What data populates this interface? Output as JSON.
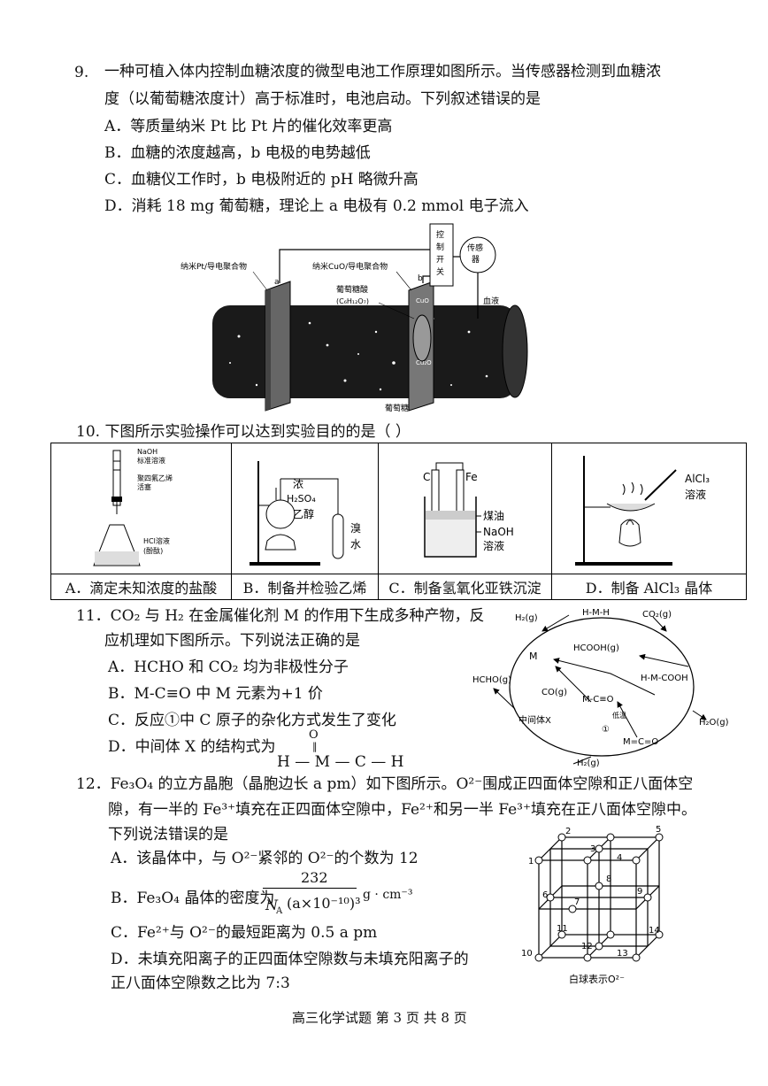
{
  "q9": {
    "num": "9.",
    "stem1": "一种可植入体内控制血糖浓度的微型电池工作原理如图所示。当传感器检测到血糖浓",
    "stem2": "度（以葡萄糖浓度计）高于标准时，电池启动。下列叙述错误的是",
    "a": "A．等质量纳米 Pt 比 Pt 片的催化效率更高",
    "b": "B．血糖的浓度越高，b 电极的电势越低",
    "c": "C．血糖仪工作时，b 电极附近的 pH 略微升高",
    "d": "D．消耗 18 mg 葡萄糖，理论上 a 电极有 0.2 mmol 电子流入",
    "fig": {
      "control": "控制开关",
      "sensor": "传感器",
      "pt_label": "纳米Pt/导电聚合物",
      "cuo_label": "纳米CuO/导电聚合物",
      "a": "a",
      "b": "b",
      "gluconic": "葡萄糖酸",
      "gluconic_formula": "(C₆H₁₂O₇)",
      "blood": "血液",
      "glucose": "葡萄糖",
      "cuo": "CuO",
      "cu2o": "Cu₂O"
    }
  },
  "q10": {
    "stem": "10.  下图所示实验操作可以达到实验目的的是（    ）",
    "captions": [
      "A．滴定未知浓度的盐酸",
      "B．制备并检验乙烯",
      "C．制备氢氧化亚铁沉淀",
      "D．制备 AlCl₃ 晶体"
    ],
    "figA": {
      "naoh": "NaOH",
      "std": "标准溶液",
      "ptfe1": "聚四氟乙烯",
      "ptfe2": "活塞",
      "hcl": "HCl溶液",
      "phth": "(酚酞)"
    },
    "figB": {
      "conc": "浓",
      "h2so4": "H₂SO₄",
      "eth": "乙醇",
      "br1": "溴",
      "br2": "水"
    },
    "figC": {
      "c": "C",
      "fe": "Fe",
      "kerosene": "煤油",
      "naoh": "NaOH",
      "sol": "溶液"
    },
    "figD": {
      "alcl3": "AlCl₃",
      "sol": "溶液"
    }
  },
  "q11": {
    "stem1": "11．CO₂ 与 H₂ 在金属催化剂 M 的作用下生成多种产物，反",
    "stem2": "应机理如下图所示。下列说法正确的是",
    "a": "A．HCHO 和 CO₂ 均为非极性分子",
    "b": "B．M-C≡O 中 M 元素为+1 价",
    "c": "C．反应①中 C 原子的杂化方式发生了变化",
    "d": "D．中间体 X 的结构式为",
    "formula_o": "O",
    "formula": "H — M — C — H",
    "fig": {
      "h2g": "H₂(g)",
      "hmh": "H-M-H",
      "co2g": "CO₂(g)",
      "hcooh": "HCOOH(g)",
      "m": "M",
      "hmcooh": "H-M-COOH",
      "hchog": "HCHO(g)",
      "cog": "CO(g)",
      "mco": "M-C≡O",
      "x": "中间体X",
      "h2o": "H₂O(g)",
      "mceo": "M=C=O",
      "h2g2": "H₂(g)",
      "one": "①",
      "low": "低温"
    }
  },
  "q12": {
    "stem1": "12．Fe₃O₄ 的立方晶胞（晶胞边长 a pm）如下图所示。O²⁻围成正四面体空隙和正八面体空",
    "stem2": "隙，有一半的 Fe³⁺填充在正四面体空隙中，Fe²⁺和另一半 Fe³⁺填充在正八面体空隙中。",
    "stem3": "下列说法错误的是",
    "a": "A．该晶体中，与 O²⁻紧邻的 O²⁻的个数为 12",
    "b_pre": "B．Fe₃O₄ 晶体的密度为",
    "b_num": "232",
    "b_den": "N",
    "b_den_sub": "A",
    "b_den2": "(a×10⁻¹⁰)³",
    "b_unit": "g · cm⁻³",
    "c": "C．Fe²⁺与 O²⁻的最短距离为 0.5 a pm",
    "d1": "D．未填充阳离子的正四面体空隙数与未填充阳离子的",
    "d2": "正八面体空隙数之比为 7:3",
    "fig": {
      "n": [
        "1",
        "2",
        "3",
        "4",
        "5",
        "6",
        "7",
        "8",
        "9",
        "10",
        "11",
        "12",
        "13",
        "14"
      ],
      "legend": "白球表示O²⁻"
    }
  },
  "footer": "高三化学试题  第 3 页  共 8 页"
}
